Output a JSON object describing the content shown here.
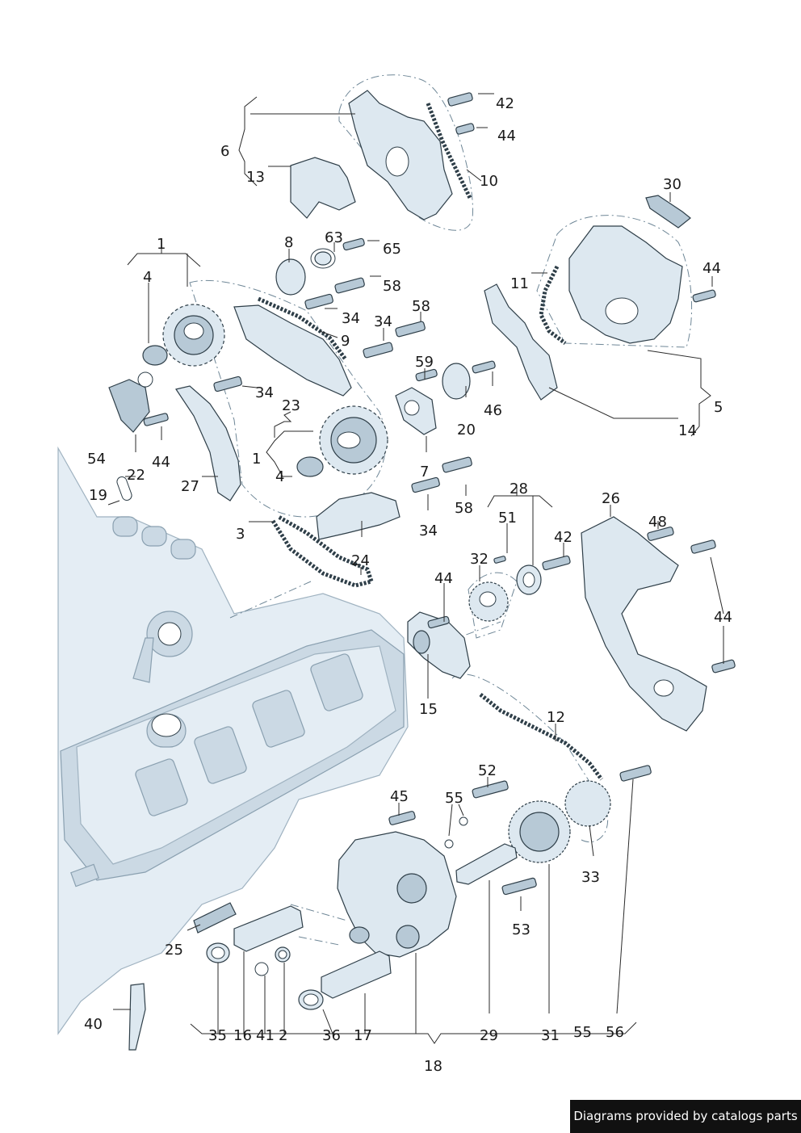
{
  "credit": "Diagrams provided by catalogs parts",
  "callouts": [
    {
      "id": "c42a",
      "text": "42"
    },
    {
      "id": "c44a",
      "text": "44"
    },
    {
      "id": "c6",
      "text": "6"
    },
    {
      "id": "c13",
      "text": "13"
    },
    {
      "id": "c10",
      "text": "10"
    },
    {
      "id": "c30",
      "text": "30"
    },
    {
      "id": "c8",
      "text": "8"
    },
    {
      "id": "c63",
      "text": "63"
    },
    {
      "id": "c65",
      "text": "65"
    },
    {
      "id": "c1a",
      "text": "1"
    },
    {
      "id": "c4a",
      "text": "4"
    },
    {
      "id": "c58a",
      "text": "58"
    },
    {
      "id": "c34a",
      "text": "34"
    },
    {
      "id": "c58b",
      "text": "58"
    },
    {
      "id": "c34b",
      "text": "34"
    },
    {
      "id": "c9",
      "text": "9"
    },
    {
      "id": "c11",
      "text": "11"
    },
    {
      "id": "c44b",
      "text": "44"
    },
    {
      "id": "c59",
      "text": "59"
    },
    {
      "id": "c34c",
      "text": "34"
    },
    {
      "id": "c23",
      "text": "23"
    },
    {
      "id": "c20",
      "text": "20"
    },
    {
      "id": "c46",
      "text": "46"
    },
    {
      "id": "c5",
      "text": "5"
    },
    {
      "id": "c14",
      "text": "14"
    },
    {
      "id": "c54",
      "text": "54"
    },
    {
      "id": "c44c",
      "text": "44"
    },
    {
      "id": "c1b",
      "text": "1"
    },
    {
      "id": "c22",
      "text": "22"
    },
    {
      "id": "c4b",
      "text": "4"
    },
    {
      "id": "c7",
      "text": "7"
    },
    {
      "id": "c19",
      "text": "19"
    },
    {
      "id": "c27",
      "text": "27"
    },
    {
      "id": "c28",
      "text": "28"
    },
    {
      "id": "c26",
      "text": "26"
    },
    {
      "id": "c58c",
      "text": "58"
    },
    {
      "id": "c51",
      "text": "51"
    },
    {
      "id": "c48",
      "text": "48"
    },
    {
      "id": "c3",
      "text": "3"
    },
    {
      "id": "c34d",
      "text": "34"
    },
    {
      "id": "c42b",
      "text": "42"
    },
    {
      "id": "c24",
      "text": "24"
    },
    {
      "id": "c32",
      "text": "32"
    },
    {
      "id": "c44d",
      "text": "44"
    },
    {
      "id": "c44e",
      "text": "44"
    },
    {
      "id": "c15",
      "text": "15"
    },
    {
      "id": "c12",
      "text": "12"
    },
    {
      "id": "c52",
      "text": "52"
    },
    {
      "id": "c45",
      "text": "45"
    },
    {
      "id": "c55a",
      "text": "55"
    },
    {
      "id": "c33",
      "text": "33"
    },
    {
      "id": "c53",
      "text": "53"
    },
    {
      "id": "c25",
      "text": "25"
    },
    {
      "id": "c40",
      "text": "40"
    },
    {
      "id": "c35",
      "text": "35"
    },
    {
      "id": "c16",
      "text": "16"
    },
    {
      "id": "c41",
      "text": "41"
    },
    {
      "id": "c2",
      "text": "2"
    },
    {
      "id": "c36",
      "text": "36"
    },
    {
      "id": "c17",
      "text": "17"
    },
    {
      "id": "c29",
      "text": "29"
    },
    {
      "id": "c31",
      "text": "31"
    },
    {
      "id": "c55b",
      "text": "55"
    },
    {
      "id": "c56",
      "text": "56"
    },
    {
      "id": "c18",
      "text": "18"
    }
  ]
}
